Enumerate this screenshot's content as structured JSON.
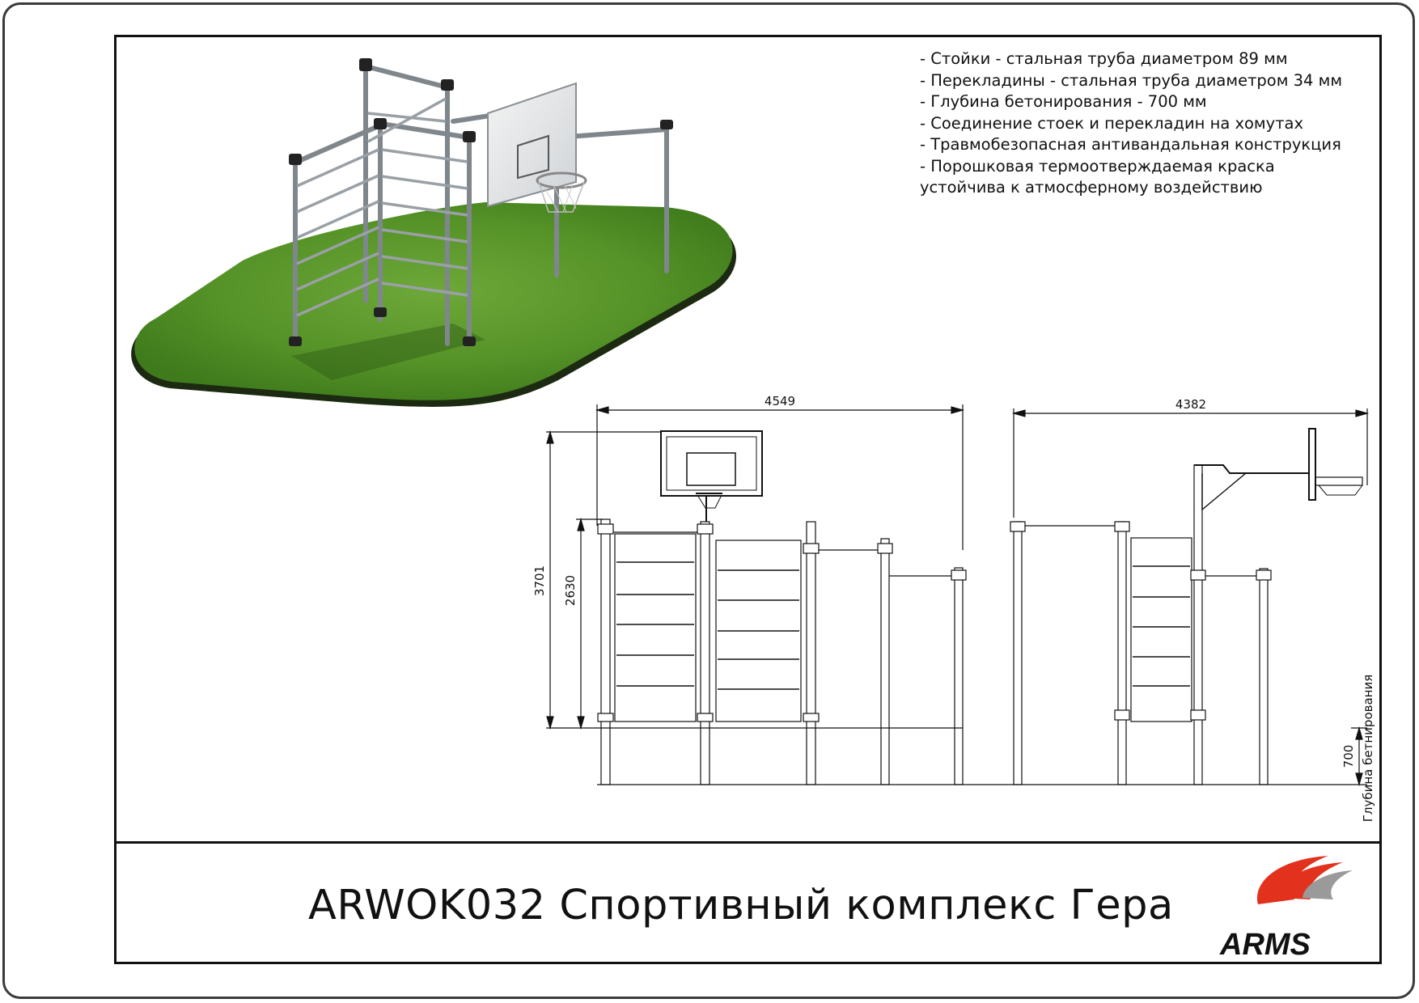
{
  "specs": {
    "lines": [
      "- Стойки - стальная труба диаметром 89 мм",
      "- Перекладины - стальная труба диаметром 34 мм",
      "- Глубина бетонирования - 700 мм",
      "- Соединение стоек и перекладин на хомутах",
      "- Травмобезопасная антивандальная конструкция",
      "- Порошковая термоотверждаемая краска",
      "устойчива к атмосферному воздействию"
    ]
  },
  "dimensions": {
    "width_front": "4549",
    "width_side": "4382",
    "height_total": "3701",
    "height_bar": "2630",
    "depth": "700",
    "depth_label": "Глубина бетнирования"
  },
  "title": "ARWOK032 Спортивный комплекс Гера",
  "brand": {
    "name": "ARMS",
    "primary_color": "#e2321e",
    "secondary_color": "#9a9a9a"
  },
  "colors": {
    "grass": "#5c9a2c",
    "metal": "#8a9096"
  }
}
